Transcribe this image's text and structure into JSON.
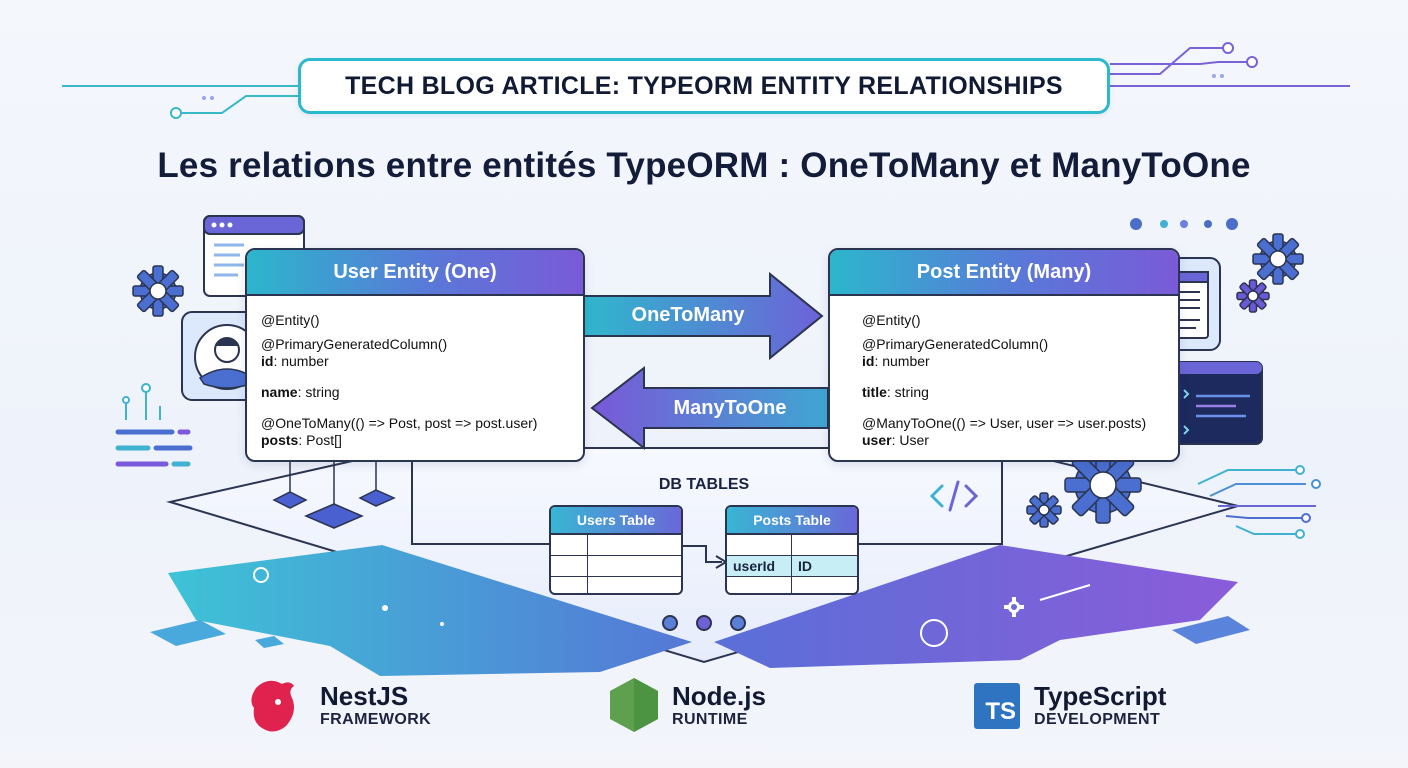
{
  "banner": {
    "text": "TECH BLOG ARTICLE: TYPEORM ENTITY RELATIONSHIPS"
  },
  "title": "Les relations entre entités TypeORM : OneToMany et ManyToOne",
  "user_entity": {
    "header": "User Entity (One)",
    "lines": [
      "@Entity()",
      "@PrimaryGeneratedColumn()"
    ],
    "fields": [
      {
        "key": "id",
        "type": ": number"
      },
      {
        "key": "name",
        "type": ": string"
      },
      {
        "decorator": "@OneToMany(() => Post, post => post.user)"
      },
      {
        "key": "posts",
        "type": ": Post[]"
      }
    ]
  },
  "post_entity": {
    "header": "Post Entity (Many)",
    "lines": [
      "@Entity()",
      "@PrimaryGeneratedColumn()"
    ],
    "fields": [
      {
        "key": "id",
        "type": ": number"
      },
      {
        "key": "title",
        "type": ": string"
      },
      {
        "decorator": "@ManyToOne(() => User, user => user.posts)"
      },
      {
        "key": "user",
        "type": ": User"
      }
    ]
  },
  "relations": {
    "one_to_many": "OneToMany",
    "many_to_one": "ManyToOne"
  },
  "db": {
    "title": "DB TABLES",
    "users_table": "Users Table",
    "posts_table": "Posts Table",
    "posts_fk_cells": [
      "userId",
      "ID"
    ]
  },
  "brands": [
    {
      "name": "NestJS",
      "sub": "FRAMEWORK",
      "icon": "nestjs-logo-icon",
      "color": "#e0234e"
    },
    {
      "name": "Node.js",
      "sub": "RUNTIME",
      "icon": "nodejs-logo-icon",
      "color": "#5fa04e"
    },
    {
      "name": "TypeScript",
      "sub": "DEVELOPMENT",
      "icon": "typescript-logo-icon",
      "color": "#3178c6",
      "icon_text": "TS"
    }
  ],
  "icons": [
    "gear-icon",
    "user-avatar-icon",
    "browser-window-icon",
    "article-window-icon",
    "code-window-icon",
    "code-brackets-icon",
    "code-symbol",
    "circuit-lines"
  ],
  "colors": {
    "accent_cyan": "#2cb6cc",
    "accent_purple": "#7a5ad8",
    "outline": "#2b3450"
  }
}
